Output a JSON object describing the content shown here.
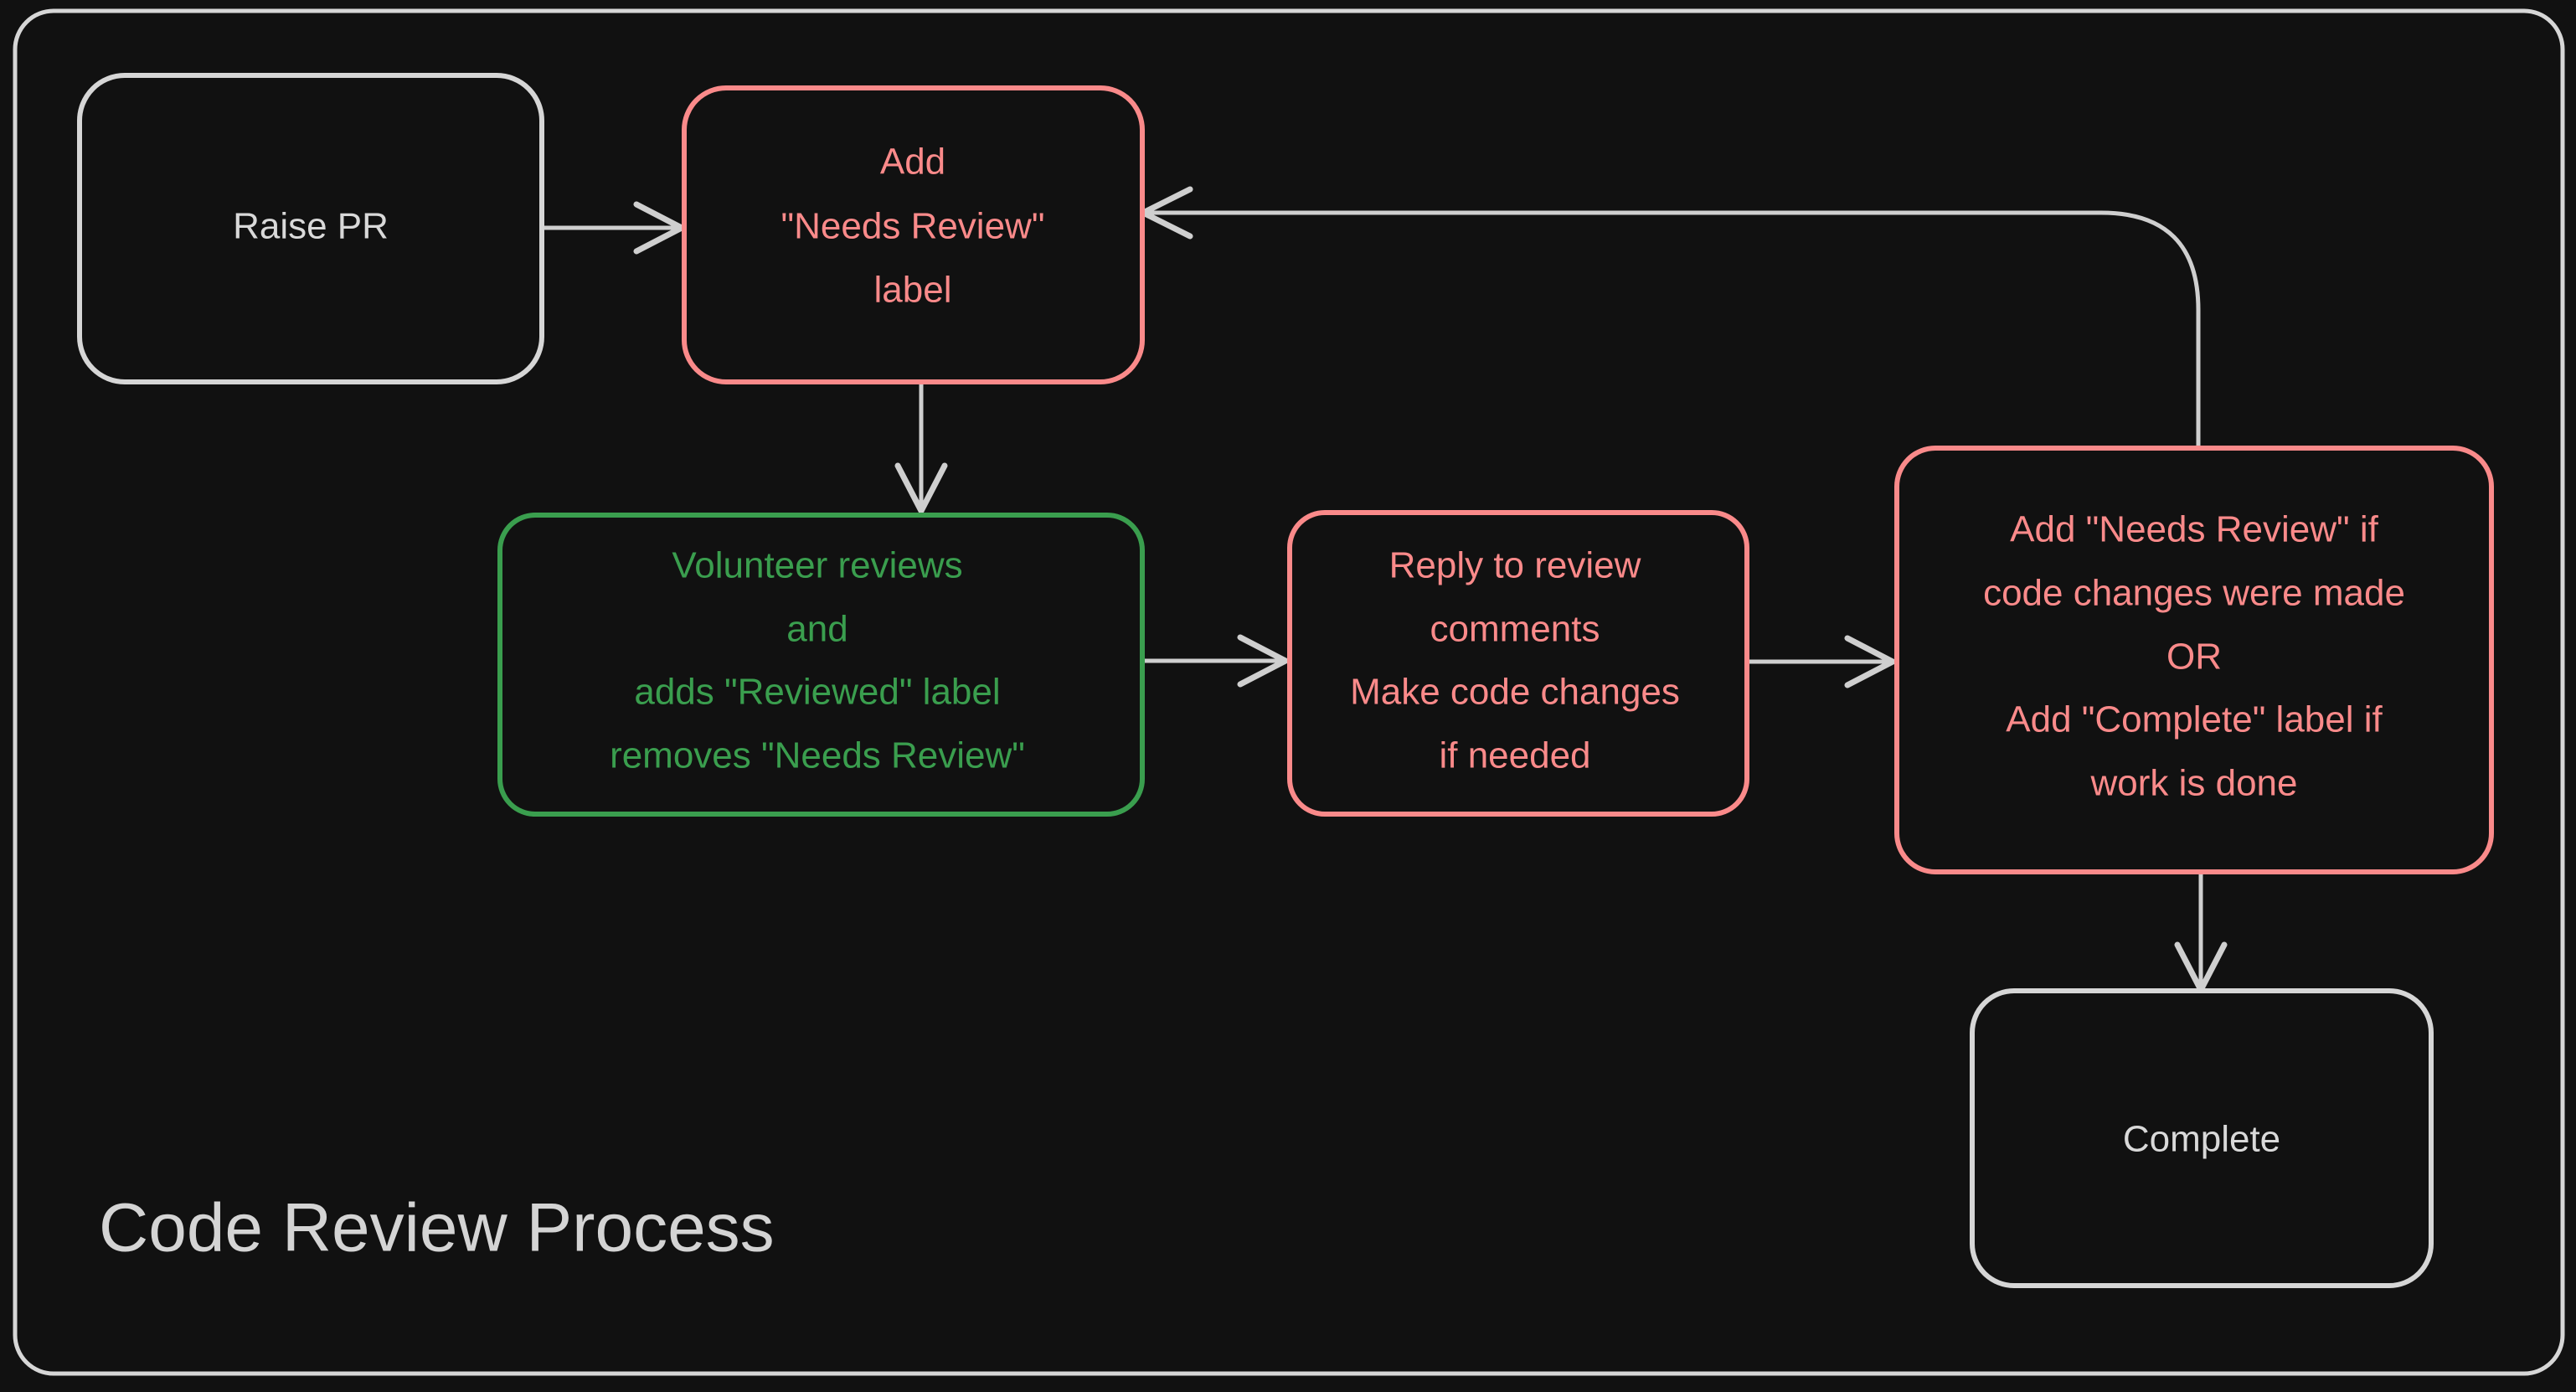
{
  "diagram": {
    "title": "Code Review Process",
    "type": "flowchart",
    "background_color": "#111111",
    "frame_color": "#d6d6d6",
    "colors": {
      "neutral": "#d6d6d6",
      "red": "#fa8a8a",
      "green": "#3a9e4e",
      "edge": "#cfcfcf",
      "title_text": "#d4d4d4"
    },
    "nodes": [
      {
        "id": "raise-pr",
        "style": "neutral",
        "lines": [
          "Raise PR"
        ]
      },
      {
        "id": "add-needs-review",
        "style": "red",
        "lines": [
          "Add",
          "\"Needs Review\"",
          "label"
        ]
      },
      {
        "id": "volunteer-reviews",
        "style": "green",
        "lines": [
          "Volunteer reviews",
          "and",
          "adds \"Reviewed\" label",
          "removes \"Needs Review\""
        ]
      },
      {
        "id": "reply-to-review",
        "style": "red",
        "lines": [
          "Reply to review",
          "comments",
          "Make code changes",
          "if needed"
        ]
      },
      {
        "id": "relabel-decision",
        "style": "red",
        "lines": [
          "Add \"Needs Review\" if",
          "code changes were made",
          "OR",
          "Add \"Complete\" label if",
          "work is done"
        ]
      },
      {
        "id": "complete",
        "style": "neutral",
        "lines": [
          "Complete"
        ]
      }
    ],
    "edges": [
      {
        "id": "edge-raise-pr-to-add-label",
        "from": "raise-pr",
        "to": "add-needs-review",
        "direction": "right"
      },
      {
        "id": "edge-add-label-to-volunteer",
        "from": "add-needs-review",
        "to": "volunteer-reviews",
        "direction": "down"
      },
      {
        "id": "edge-volunteer-to-reply",
        "from": "volunteer-reviews",
        "to": "reply-to-review",
        "direction": "right"
      },
      {
        "id": "edge-reply-to-decision",
        "from": "reply-to-review",
        "to": "relabel-decision",
        "direction": "right"
      },
      {
        "id": "edge-decision-to-complete",
        "from": "relabel-decision",
        "to": "complete",
        "direction": "down"
      },
      {
        "id": "edge-decision-back-to-add-label",
        "from": "relabel-decision",
        "to": "add-needs-review",
        "direction": "loop-back"
      }
    ]
  }
}
